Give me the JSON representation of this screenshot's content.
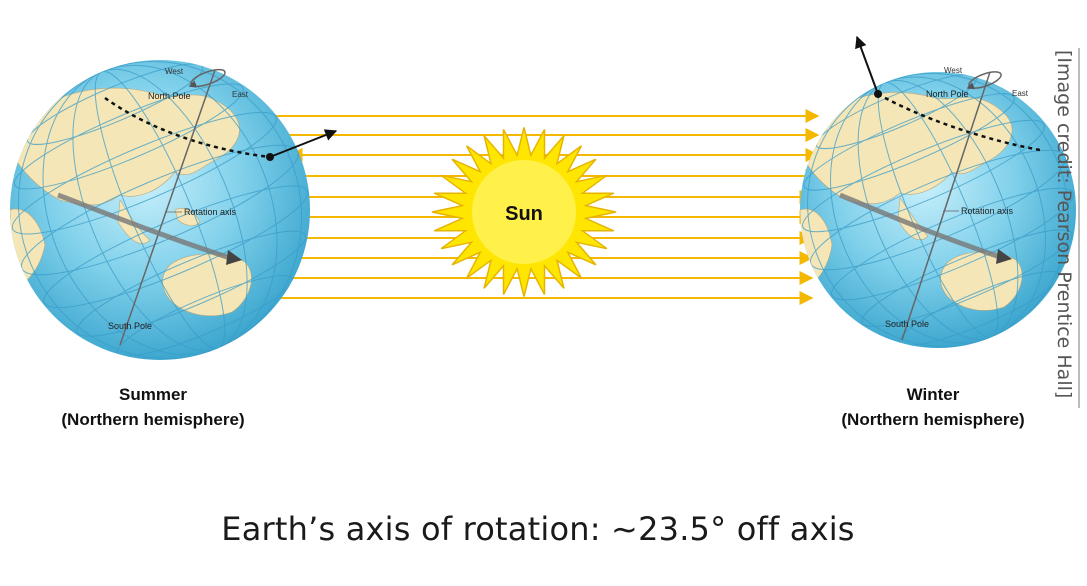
{
  "sun": {
    "label": "Sun"
  },
  "globes": {
    "summer": {
      "north_pole": "North Pole",
      "south_pole": "South Pole",
      "west": "West",
      "east": "East",
      "rotation_axis": "Rotation axis",
      "season": "Summer",
      "hemisphere": "(Northern hemisphere)"
    },
    "winter": {
      "north_pole": "North Pole",
      "south_pole": "South Pole",
      "west": "West",
      "east": "East",
      "rotation_axis": "Rotation axis",
      "season": "Winter",
      "hemisphere": "(Northern hemisphere)"
    }
  },
  "caption": "Earth’s axis of rotation: ~23.5° off axis",
  "credit": "[Image credit: Pearson Prentice Hall]",
  "colors": {
    "ocean": "#7fd0ea",
    "land": "#f5e6b8",
    "ray": "#f5b800",
    "sun": "#ffe600",
    "grid": "#3a9cc7"
  }
}
